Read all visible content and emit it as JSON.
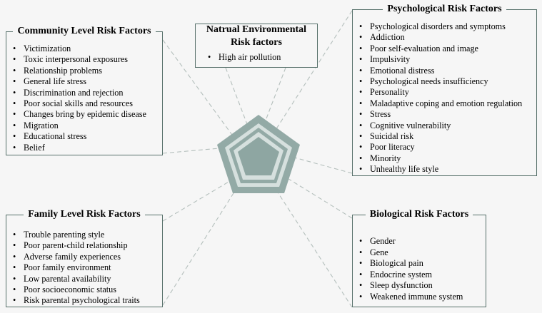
{
  "community": {
    "title": "Community Level Risk Factors",
    "items": [
      "Victimization",
      "Toxic interpersonal exposures",
      "Relationship problems",
      "General life stress",
      "Discrimination and rejection",
      "Poor social skills and resources",
      "Changes bring by epidemic disease",
      "Migration",
      "Educational stress",
      "Belief"
    ]
  },
  "natural": {
    "title_line1": "Natrual Environmental",
    "title_line2": "Risk factors",
    "items": [
      "High air pollution"
    ]
  },
  "psychological": {
    "title": "Psychological Risk Factors",
    "items": [
      "Psychological disorders and symptoms",
      "Addiction",
      "Poor self-evaluation and image",
      "Impulsivity",
      "Emotional distress",
      "Psychological needs insufficiency",
      "Personality",
      "Maladaptive coping and emotion regulation",
      "Stress",
      "Cognitive vulnerability",
      "Suicidal risk",
      "Poor literacy",
      "Minority",
      "Unhealthy life style"
    ]
  },
  "family": {
    "title": "Family Level Risk Factors",
    "items": [
      "Trouble parenting style",
      "Poor parent-child relationship",
      "Adverse family experiences",
      "Poor family environment",
      "Low parental availability",
      "Poor socioeconomic status",
      "Risk parental psychological traits"
    ]
  },
  "biological": {
    "title": "Biological Risk Factors",
    "items": [
      "Gender",
      "Gene",
      "Biological pain",
      "Endocrine system",
      "Sleep dysfunction",
      "Weakened immune system"
    ]
  },
  "colors": {
    "border": "#56706a",
    "pentagon_outer": "#93aaa6",
    "pentagon_ring": "#d6e0de",
    "pentagon_inner": "#8ea6a2",
    "connector": "#b4bfbc"
  }
}
